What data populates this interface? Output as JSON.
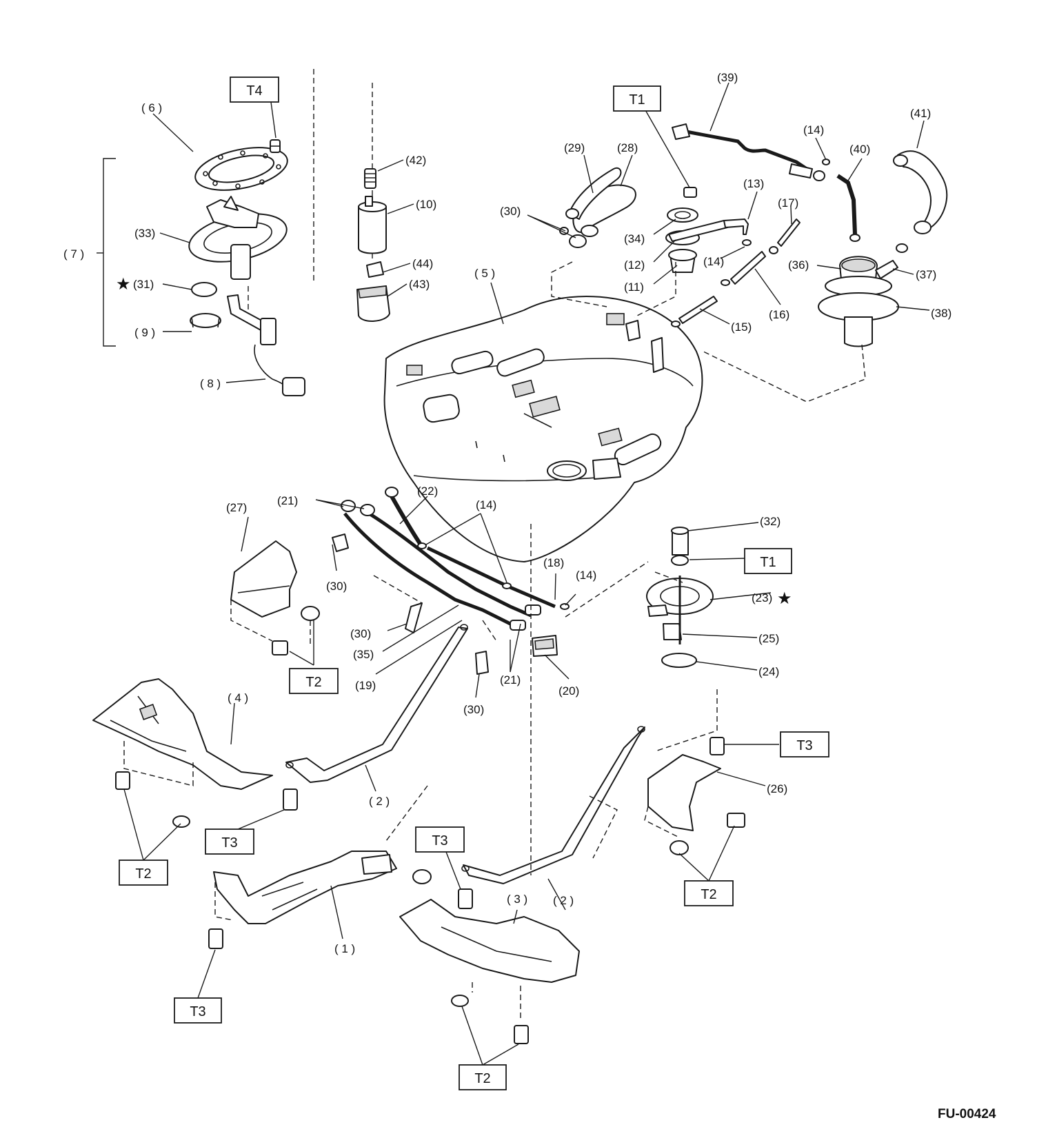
{
  "diagram_code": "FU-00424",
  "star_symbol": "★",
  "torque_labels": {
    "t1": "T1",
    "t2": "T2",
    "t3": "T3",
    "t4": "T4"
  },
  "part_labels": {
    "p1": "( 1 )",
    "p2": "( 2 )",
    "p3": "( 3 )",
    "p4": "( 4 )",
    "p5": "( 5 )",
    "p6": "( 6 )",
    "p7": "( 7 )",
    "p8": "( 8 )",
    "p9": "( 9 )",
    "p10": "(10)",
    "p11": "(11)",
    "p12": "(12)",
    "p13": "(13)",
    "p14": "(14)",
    "p15": "(15)",
    "p16": "(16)",
    "p17": "(17)",
    "p18": "(18)",
    "p19": "(19)",
    "p20": "(20)",
    "p21": "(21)",
    "p22": "(22)",
    "p23": "(23)",
    "p24": "(24)",
    "p25": "(25)",
    "p26": "(26)",
    "p27": "(27)",
    "p28": "(28)",
    "p29": "(29)",
    "p30": "(30)",
    "p31": "(31)",
    "p32": "(32)",
    "p33": "(33)",
    "p34": "(34)",
    "p35": "(35)",
    "p36": "(36)",
    "p37": "(37)",
    "p38": "(38)",
    "p39": "(39)",
    "p40": "(40)",
    "p41": "(41)",
    "p42": "(42)",
    "p43": "(43)",
    "p44": "(44)"
  }
}
